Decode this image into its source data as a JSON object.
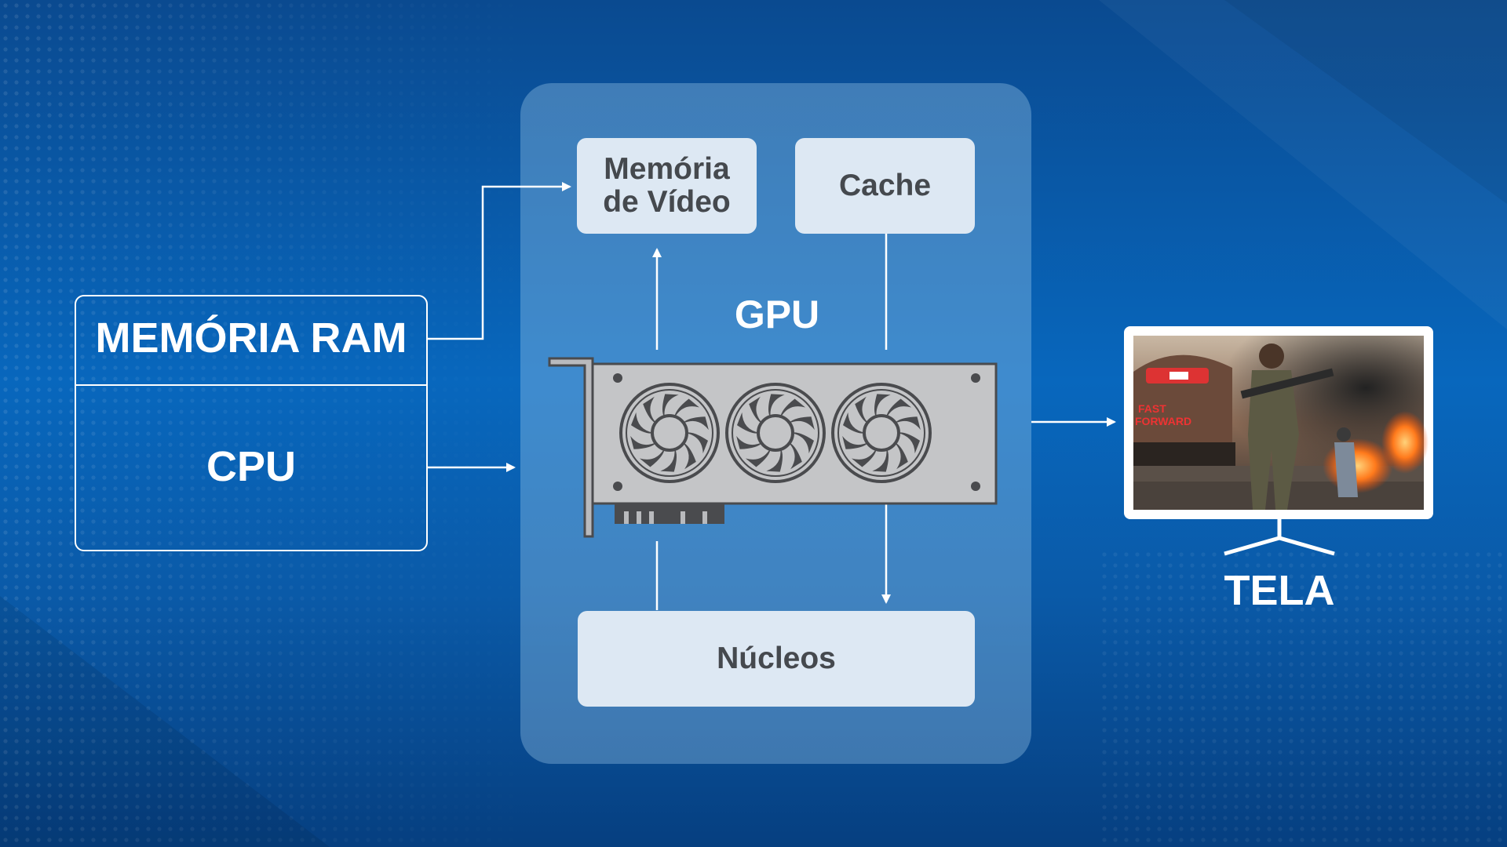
{
  "diagram": {
    "left_box": {
      "ram_label": "MEMÓRIA RAM",
      "cpu_label": "CPU"
    },
    "gpu": {
      "label": "GPU",
      "video_memory_label": "Memória\nde Vídeo",
      "cache_label": "Cache",
      "cores_label": "Núcleos"
    },
    "screen": {
      "label": "TELA",
      "content": "game-scene-image"
    },
    "colors": {
      "background": "#0867bd",
      "box_fill": "#dde8f3",
      "box_text": "#45494e",
      "line": "#ffffff",
      "gpu_card": "#bfbfc1"
    },
    "icons": [
      "gpu-card-icon",
      "monitor-icon",
      "arrow-icon"
    ]
  }
}
